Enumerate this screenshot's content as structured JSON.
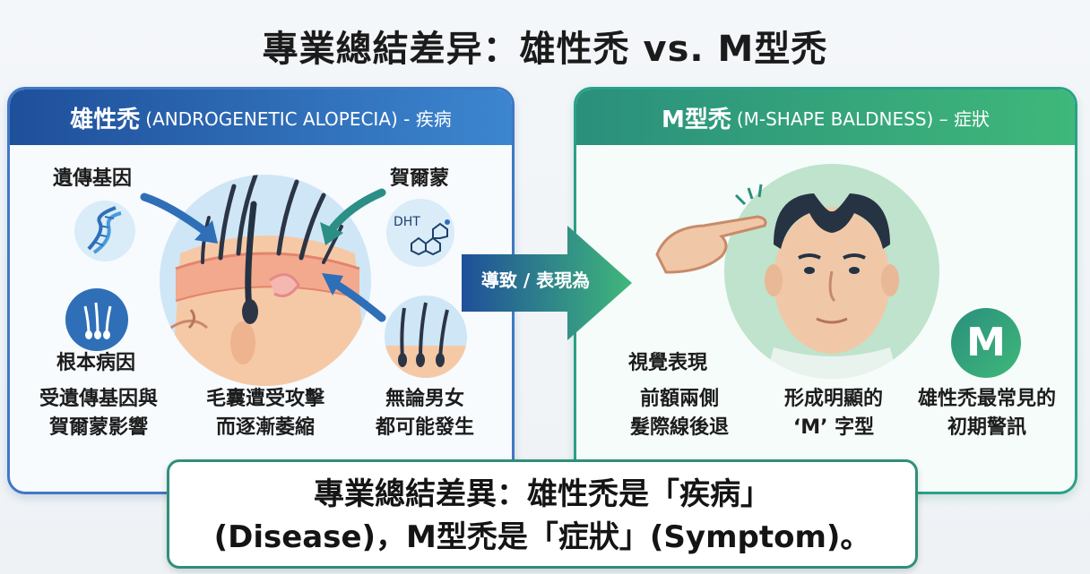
{
  "title": "專業總結差异：雄性禿 vs. M型禿",
  "left_panel": {
    "title_zh": "雄性禿",
    "title_en": "(ANDROGENETIC ALOPECIA) - 疾病",
    "label_genes": "遺傳基因",
    "label_hormone": "賀爾蒙",
    "hormone_icon_text": "DHT",
    "label_root_cause": "根本病因",
    "caption_1_line1": "受遺傳基因與",
    "caption_1_line2": "賀爾蒙影響",
    "caption_2_line1": "毛囊遭受攻擊",
    "caption_2_line2": "而逐漸萎縮",
    "caption_3_line1": "無論男女",
    "caption_3_line2": "都可能發生"
  },
  "middle_arrow": {
    "label": "導致 / 表現為"
  },
  "right_panel": {
    "title_zh": "M型禿",
    "title_en": "(M-SHAPE BALDNESS) – 症狀",
    "label_visual": "視覺表現",
    "caption_1_line1": "前額兩側",
    "caption_1_line2": "髮際線後退",
    "caption_2_line1": "形成明顯的",
    "caption_2_line2": "‘M’ 字型",
    "badge_letter": "M",
    "caption_3_line1": "雄性禿最常見的",
    "caption_3_line2": "初期警訊"
  },
  "summary": {
    "line1": "專業總結差異：雄性禿是「疾病」",
    "line2": "(Disease)，M型禿是「症狀」(Symptom)。"
  },
  "colors": {
    "left_accent": "#2f6fb8",
    "right_accent": "#2aa188",
    "arrow_start": "#1f4f9a",
    "arrow_end": "#3fb87a"
  }
}
